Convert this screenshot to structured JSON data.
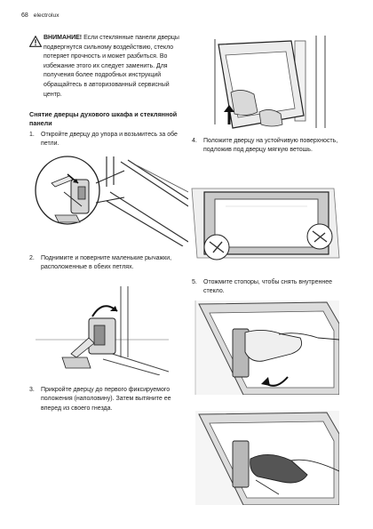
{
  "header": {
    "page_number": "68",
    "brand": "electrolux"
  },
  "warning": {
    "icon": "warning-triangle-icon",
    "title": "ВНИМАНИЕ!",
    "text": "Если стеклянные панели дверцы подвергнутся сильному воздействию, стекло потеряет прочность и может разбиться. Во избежание этого их следует заменить. Для получения более подробных инструкций обращайтесь в авторизованный сервисный центр."
  },
  "section_title": "Снятие дверцы духового шкафа и стеклянной панели",
  "steps": [
    {
      "number": "1.",
      "text": "Откройте дверцу до упора и возьмитесь за обе петли."
    },
    {
      "number": "2.",
      "text": "Поднимите и поверните маленькие рычажки, расположенные в обеих петлях."
    },
    {
      "number": "3.",
      "text": "Прикройте дверцу до первого фиксируемого положения (наполовину). Затем вытяните ее вперед из своего гнезда."
    },
    {
      "number": "4.",
      "text": "Положите дверцу на устойчивую поверхность, подложив под дверцу мягкую ветошь."
    },
    {
      "number": "5.",
      "text": "Отожмите стопоры, чтобы снять внутреннее стекло."
    }
  ]
}
